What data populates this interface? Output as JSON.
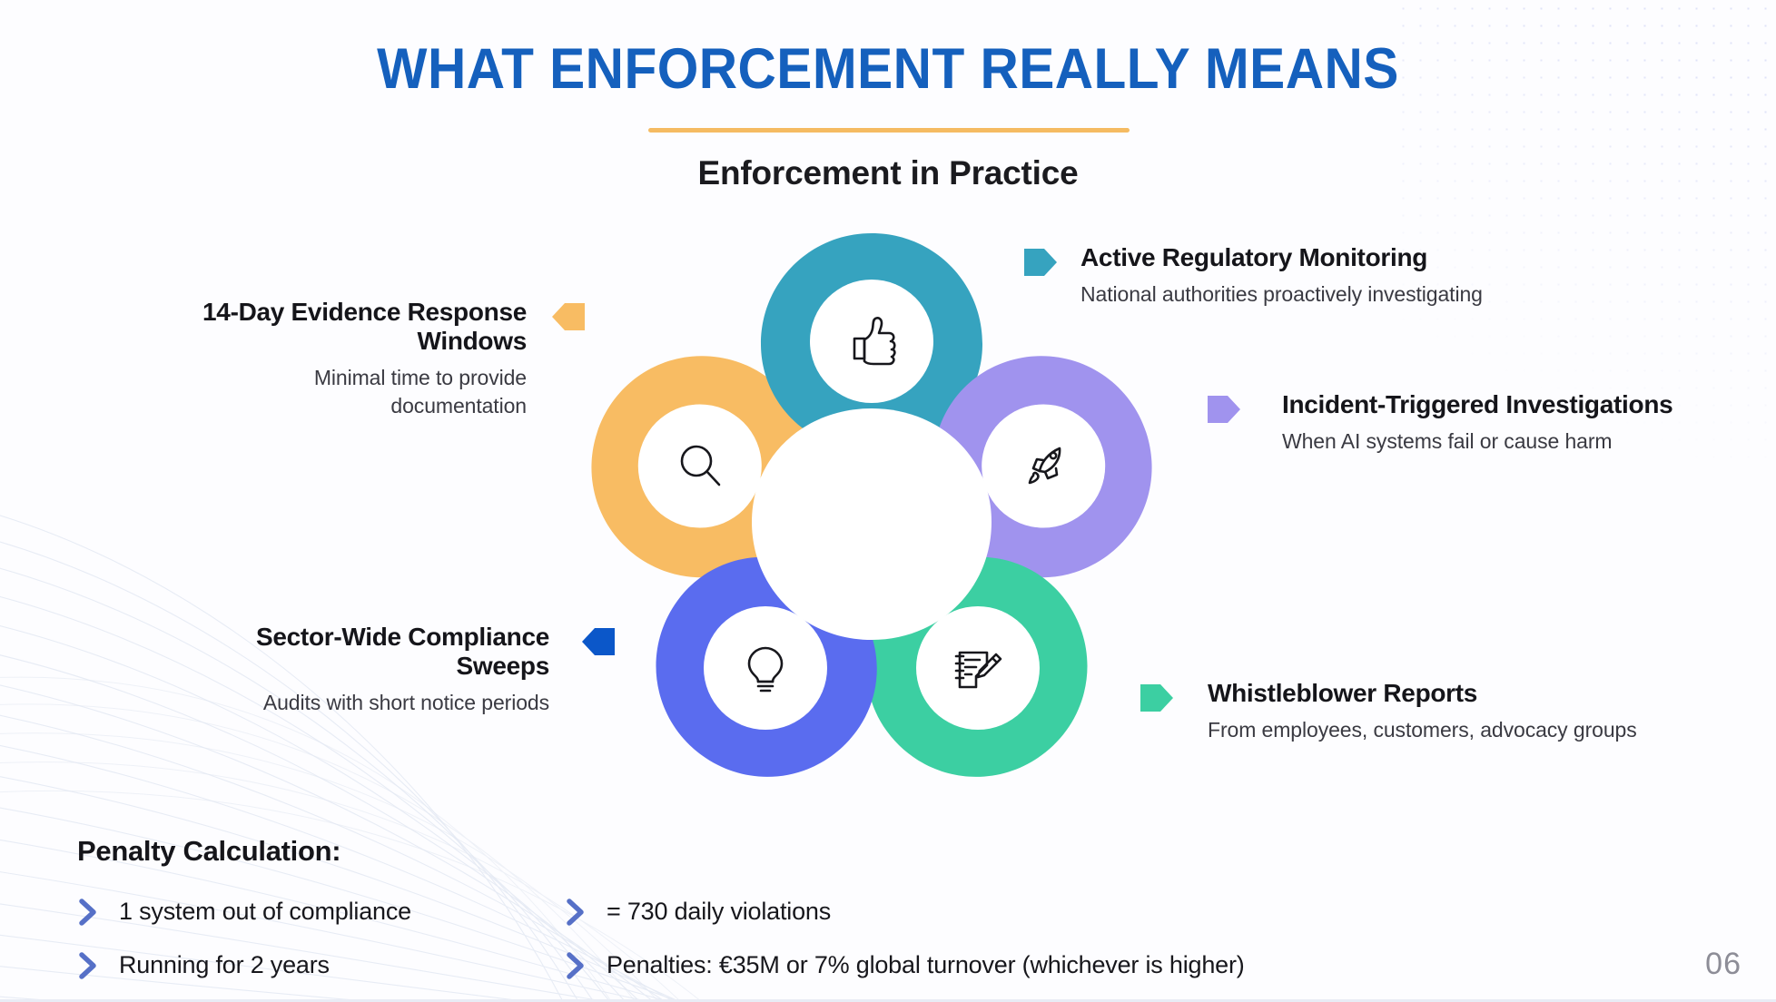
{
  "slide": {
    "title": "WHAT ENFORCEMENT REALLY MEANS",
    "subtitle": "Enforcement in Practice",
    "page_number": "06",
    "accent_color": "#f5bb62",
    "title_color": "#1560bd"
  },
  "diagram": {
    "type": "pentagon-petal-cycle",
    "segments": [
      {
        "id": "monitoring",
        "icon": "thumbs-up-icon",
        "color": "#36a3bf",
        "angle": 0
      },
      {
        "id": "incident",
        "icon": "rocket-icon",
        "color": "#a093ee",
        "angle": 72
      },
      {
        "id": "whistle",
        "icon": "notepad-edit-icon",
        "color": "#3ccfa2",
        "angle": 144
      },
      {
        "id": "sector",
        "icon": "lightbulb-icon",
        "color": "#5a6cef",
        "angle": 216
      },
      {
        "id": "evidence",
        "icon": "magnifier-icon",
        "color": "#f8bc63",
        "angle": 288
      }
    ]
  },
  "labels": {
    "monitoring": {
      "title": "Active Regulatory Monitoring",
      "description": "National authorities proactively investigating",
      "marker_color": "#36a3bf",
      "marker_direction": "right"
    },
    "incident": {
      "title": "Incident-Triggered Investigations",
      "description": "When AI systems fail or cause harm",
      "marker_color": "#a093ee",
      "marker_direction": "right"
    },
    "whistle": {
      "title": "Whistleblower Reports",
      "description": "From employees, customers, advocacy groups",
      "marker_color": "#3ccfa2",
      "marker_direction": "right"
    },
    "evidence": {
      "title": "14-Day Evidence Response Windows",
      "description": "Minimal time to provide documentation",
      "marker_color": "#f8bc63",
      "marker_direction": "left"
    },
    "sector": {
      "title": "Sector-Wide Compliance Sweeps",
      "description": "Audits with short notice periods",
      "marker_color": "#0b57c9",
      "marker_direction": "left"
    }
  },
  "penalty": {
    "heading": "Penalty Calculation:",
    "bullet_color": "#5670c7",
    "left_items": [
      "1 system out of compliance",
      "Running for 2 years"
    ],
    "right_items": [
      "= 730 daily violations",
      "Penalties: €35M or 7% global turnover (whichever is higher)"
    ]
  }
}
